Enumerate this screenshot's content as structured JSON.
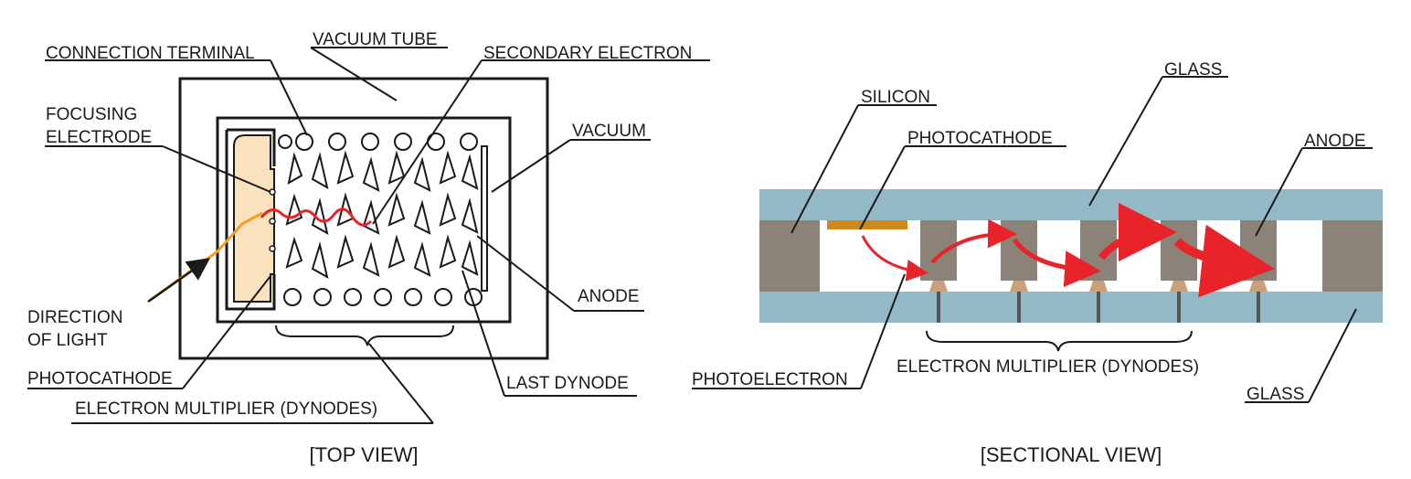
{
  "top_view": {
    "caption": "[TOP VIEW]",
    "labels": {
      "connection_terminal": "CONNECTION TERMINAL",
      "vacuum_tube": "VACUUM TUBE",
      "secondary_electron": "SECONDARY ELECTRON",
      "focusing_electrode_1": "FOCUSING",
      "focusing_electrode_2": "ELECTRODE",
      "vacuum": "VACUUM",
      "anode": "ANODE",
      "direction_of_light_1": "DIRECTION",
      "direction_of_light_2": "OF LIGHT",
      "photocathode": "PHOTOCATHODE",
      "last_dynode": "LAST DYNODE",
      "electron_multiplier": "ELECTRON MULTIPLIER (DYNODES)"
    }
  },
  "sectional_view": {
    "caption": "[SECTIONAL VIEW]",
    "labels": {
      "glass_top": "GLASS",
      "silicon": "SILICON",
      "photocathode": "PHOTOCATHODE",
      "anode": "ANODE",
      "photoelectron": "PHOTOELECTRON",
      "electron_multiplier": "ELECTRON MULTIPLIER (DYNODES)",
      "glass_bottom": "GLASS"
    }
  },
  "colors": {
    "glass": "#93b8c6",
    "silicon": "#8b8378",
    "photocathode_top": "#fbe2bf",
    "photocathode_sectional": "#cc8a1e",
    "electron_path": "#e8232a",
    "light_ray": "#f0a020",
    "dynode_pin": "#c8a07a"
  }
}
